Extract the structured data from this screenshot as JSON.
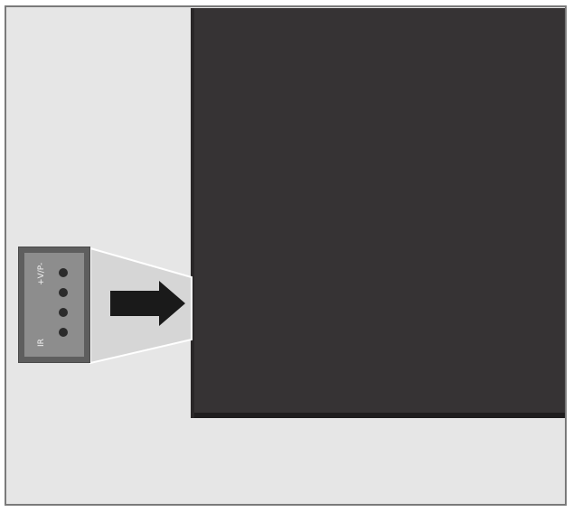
{
  "port_panel": {
    "label_top": "+V/P-",
    "label_bottom": "IR"
  },
  "colors": {
    "background": "#e6e6e6",
    "frame_border": "#7a7a7a",
    "tv_back": "#363334",
    "panel_outer": "#5e5e5e",
    "panel_inner": "#8d8d8d",
    "pin": "#2b2b2b",
    "arrow": "#1a1a1a",
    "callout": "#d6d6d6"
  },
  "icons": {
    "arrow": "arrow-right-icon",
    "pin": "connector-pin-icon"
  },
  "pin_count": 4
}
